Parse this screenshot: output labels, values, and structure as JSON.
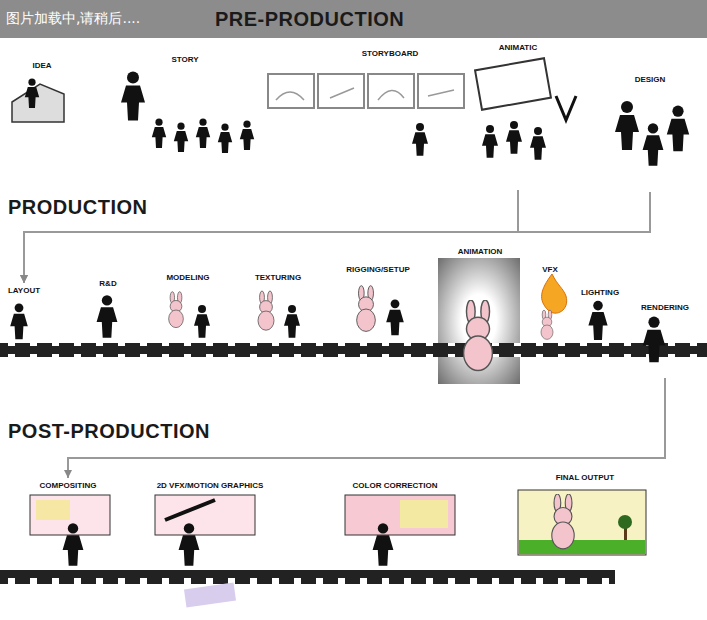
{
  "diagram": {
    "nodes": [
      {
        "text": [
          "IDEA"
        ]
      },
      {
        "text": [
          "STORY"
        ]
      },
      {
        "text": [
          "STORYBOARD"
        ]
      },
      {
        "text": [
          "ANIMATIC"
        ]
      },
      {
        "text": [
          "DESIGN"
        ]
      },
      {
        "text": [
          "LAYOUT"
        ]
      },
      {
        "text": [
          "R&D"
        ]
      },
      {
        "text": [
          "MODELING"
        ]
      },
      {
        "text": [
          "TEXTURING"
        ]
      },
      {
        "text": [
          "RIGGING/SETUP"
        ]
      },
      {
        "text": [
          "ANIMATION"
        ]
      },
      {
        "text": [
          "VFX"
        ]
      },
      {
        "text": [
          "LIGHTING"
        ]
      },
      {
        "text": [
          "RENDERING"
        ]
      },
      {
        "text": [
          "COMPOSITING"
        ]
      },
      {
        "text": [
          "2D VFX/MOTION GRAPHICS"
        ]
      },
      {
        "text": [
          "COLOR CORRECTION"
        ]
      },
      {
        "text": [
          "FINAL OUTPUT"
        ]
      }
    ],
    "edges": [
      {
        "from": 3,
        "to": 5,
        "arrow": "to"
      },
      {
        "from": 4,
        "to": 5,
        "arrow": "to"
      },
      {
        "from": 13,
        "to": 14,
        "arrow": "to"
      }
    ],
    "labels": [
      "图片加载中,请稍后....",
      "PRE-PRODUCTION",
      "PRODUCTION",
      "POST-PRODUCTION"
    ]
  }
}
